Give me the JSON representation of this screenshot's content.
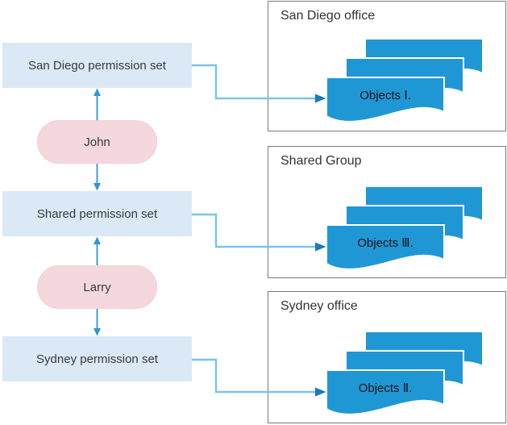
{
  "diagram": {
    "permission_sets": [
      {
        "label": "San Diego permission set"
      },
      {
        "label": "Shared permission set"
      },
      {
        "label": "Sydney permission set"
      }
    ],
    "users": [
      {
        "label": "John"
      },
      {
        "label": "Larry"
      }
    ],
    "groups": [
      {
        "title": "San Diego office",
        "object_label": "Objects Ⅰ."
      },
      {
        "title": "Shared Group",
        "object_label": "Objects Ⅲ."
      },
      {
        "title": "Sydney office",
        "object_label": "Objects Ⅱ."
      }
    ],
    "colors": {
      "permission_box_fill": "#dbe8f6",
      "user_pill_fill": "#f4d8dd",
      "document_fill": "#1f97d5",
      "group_border": "#7a7a7a",
      "connector_line": "#7cc3ea",
      "connector_arrowhead": "#1b79bb",
      "user_arrow": "#41a2da"
    }
  }
}
